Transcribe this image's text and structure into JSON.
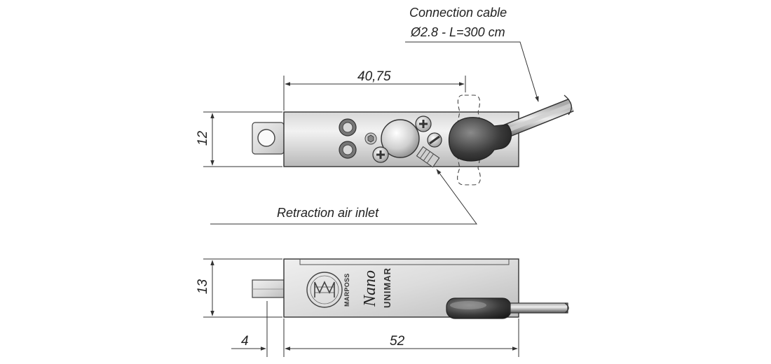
{
  "annotations": {
    "cable_line1": "Connection cable",
    "cable_line2": "Ø2.8 - L=300 cm",
    "air_inlet": "Retraction air inlet"
  },
  "dimensions": {
    "top_length": "40,75",
    "top_height": "12",
    "bottom_height": "13",
    "bottom_offset": "4",
    "bottom_length": "52"
  },
  "logo": {
    "brand": "MARPOSS",
    "product_script": "Nano",
    "product_name": "UNIMAR"
  },
  "colors": {
    "line": "#333333",
    "body_light": "#e6e6e6",
    "body_dark": "#a9a9a9",
    "cable": "#444444"
  }
}
